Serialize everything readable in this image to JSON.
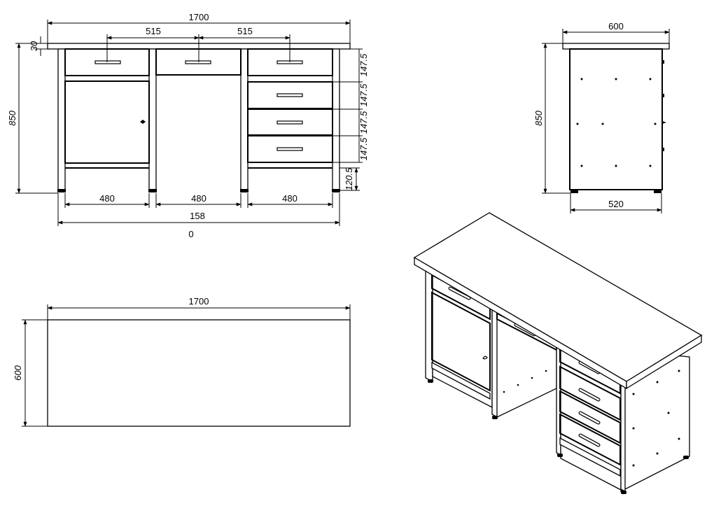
{
  "front_view": {
    "overall_width": "1700",
    "top_spacing_left": "515",
    "top_spacing_right": "515",
    "top_thickness": "30",
    "height": "850",
    "drawer_heights": [
      "147.5",
      "147.5",
      "147.5",
      "147.5"
    ],
    "plinth_height": "120.5",
    "module_width_left": "480",
    "module_width_center": "480",
    "module_width_right": "480",
    "leg_span": "158",
    "leg_span_line2": "0"
  },
  "side_view": {
    "depth_top": "600",
    "height": "850",
    "depth_base": "520"
  },
  "top_view": {
    "width": "1700",
    "depth": "600"
  }
}
